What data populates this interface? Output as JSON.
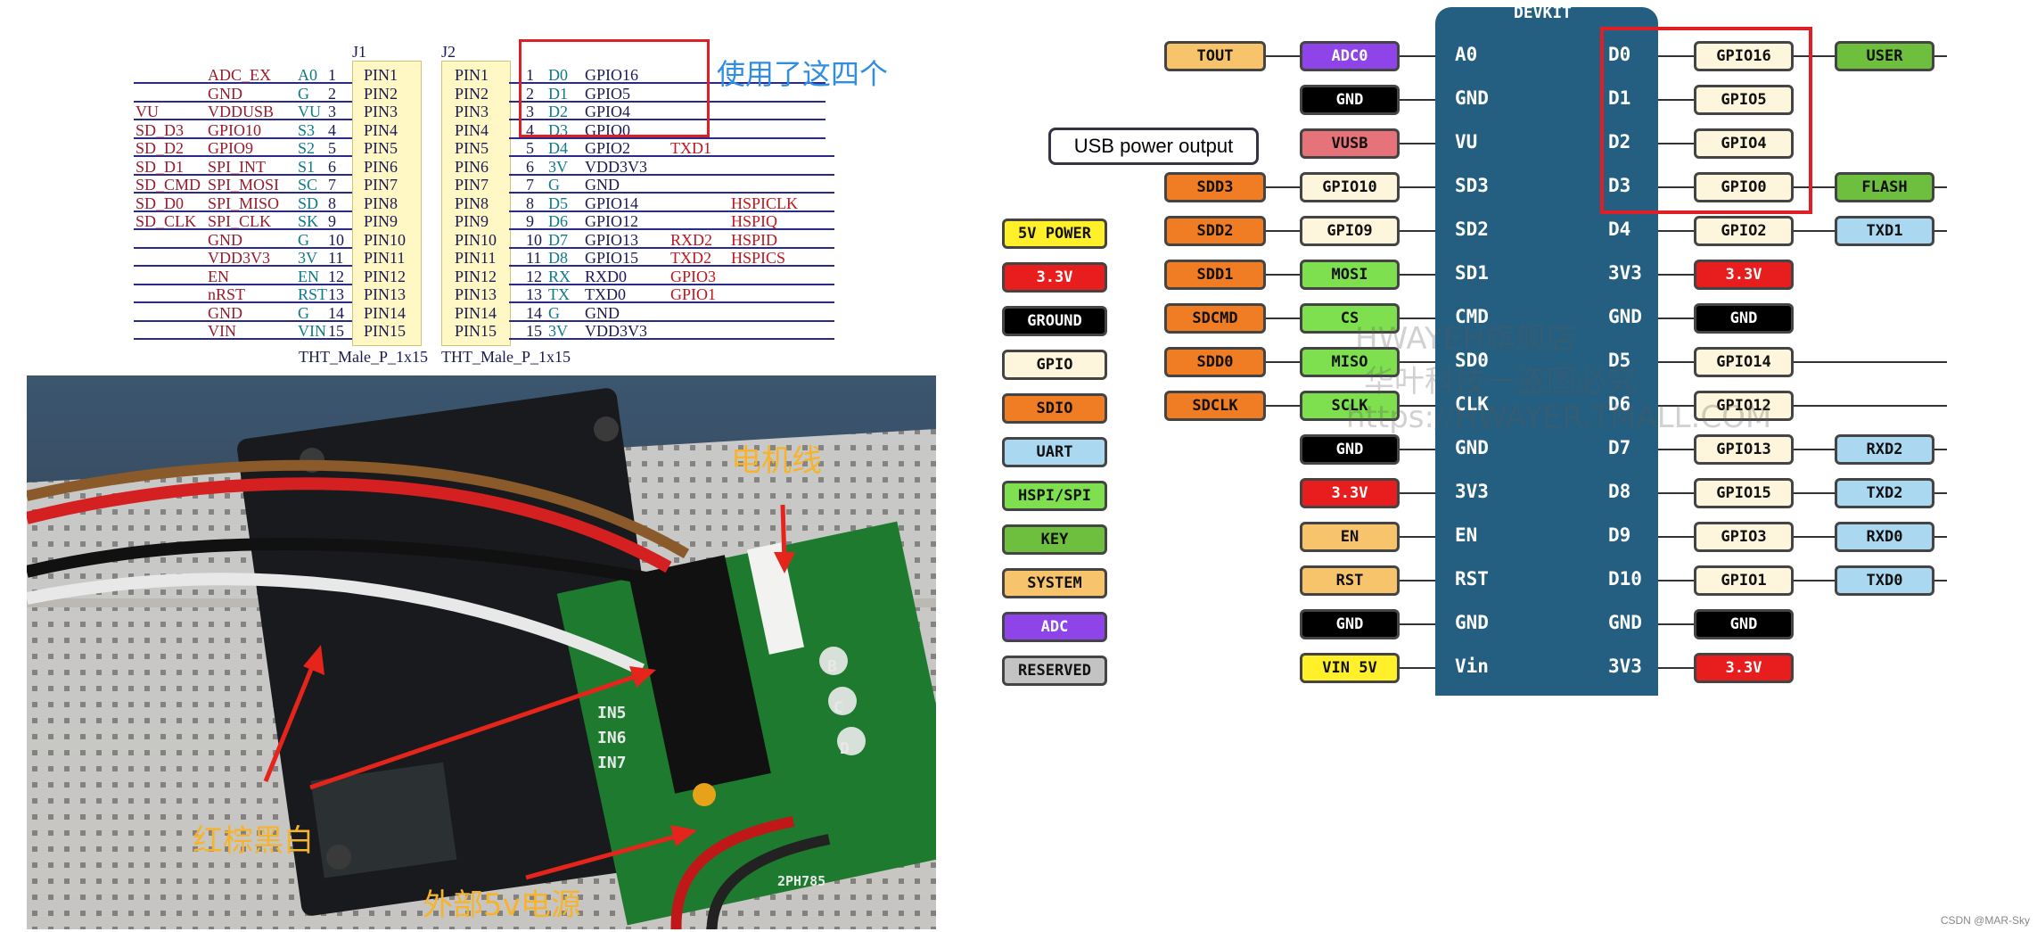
{
  "schematic": {
    "j1_label": "J1",
    "j2_label": "J2",
    "footprint_j1": "THT_Male_P_1x15",
    "footprint_j2": "THT_Male_P_1x15",
    "pin_labels": [
      "PIN1",
      "PIN2",
      "PIN3",
      "PIN4",
      "PIN5",
      "PIN6",
      "PIN7",
      "PIN8",
      "PIN9",
      "PIN10",
      "PIN11",
      "PIN12",
      "PIN13",
      "PIN14",
      "PIN15"
    ],
    "j1_rows": [
      {
        "net": "",
        "func": "ADC_EX",
        "name": "A0",
        "num": "1"
      },
      {
        "net": "",
        "func": "GND",
        "name": "G",
        "num": "2"
      },
      {
        "net": "VU",
        "func": "VDDUSB",
        "name": "VU",
        "num": "3"
      },
      {
        "net": "SD_D3",
        "func": "GPIO10",
        "name": "S3",
        "num": "4"
      },
      {
        "net": "SD_D2",
        "func": "GPIO9",
        "name": "S2",
        "num": "5"
      },
      {
        "net": "SD_D1",
        "func": "SPI_INT",
        "name": "S1",
        "num": "6"
      },
      {
        "net": "SD_CMD",
        "func": "SPI_MOSI",
        "name": "SC",
        "num": "7"
      },
      {
        "net": "SD_D0",
        "func": "SPI_MISO",
        "name": "SD",
        "num": "8"
      },
      {
        "net": "SD_CLK",
        "func": "SPI_CLK",
        "name": "SK",
        "num": "9"
      },
      {
        "net": "",
        "func": "GND",
        "name": "G",
        "num": "10"
      },
      {
        "net": "",
        "func": "VDD3V3",
        "name": "3V",
        "num": "11"
      },
      {
        "net": "",
        "func": "EN",
        "name": "EN",
        "num": "12"
      },
      {
        "net": "",
        "func": "nRST",
        "name": "RST",
        "num": "13"
      },
      {
        "net": "",
        "func": "GND",
        "name": "G",
        "num": "14"
      },
      {
        "net": "",
        "func": "VIN",
        "name": "VIN",
        "num": "15"
      }
    ],
    "j2_rows": [
      {
        "num": "1",
        "name": "D0",
        "func": "GPIO16",
        "alt1": "",
        "alt2": ""
      },
      {
        "num": "2",
        "name": "D1",
        "func": "GPIO5",
        "alt1": "",
        "alt2": ""
      },
      {
        "num": "3",
        "name": "D2",
        "func": "GPIO4",
        "alt1": "",
        "alt2": ""
      },
      {
        "num": "4",
        "name": "D3",
        "func": "GPIO0",
        "alt1": "",
        "alt2": ""
      },
      {
        "num": "5",
        "name": "D4",
        "func": "GPIO2",
        "alt1": "TXD1",
        "alt2": ""
      },
      {
        "num": "6",
        "name": "3V",
        "func": "VDD3V3",
        "alt1": "",
        "alt2": ""
      },
      {
        "num": "7",
        "name": "G",
        "func": "GND",
        "alt1": "",
        "alt2": ""
      },
      {
        "num": "8",
        "name": "D5",
        "func": "GPIO14",
        "alt1": "",
        "alt2": "HSPICLK"
      },
      {
        "num": "9",
        "name": "D6",
        "func": "GPIO12",
        "alt1": "",
        "alt2": "HSPIQ"
      },
      {
        "num": "10",
        "name": "D7",
        "func": "GPIO13",
        "alt1": "RXD2",
        "alt2": "HSPID"
      },
      {
        "num": "11",
        "name": "D8",
        "func": "GPIO15",
        "alt1": "TXD2",
        "alt2": "HSPICS"
      },
      {
        "num": "12",
        "name": "RX",
        "func": "RXD0",
        "alt1": "GPIO3",
        "alt2": ""
      },
      {
        "num": "13",
        "name": "TX",
        "func": "TXD0",
        "alt1": "GPIO1",
        "alt2": ""
      },
      {
        "num": "14",
        "name": "G",
        "func": "GND",
        "alt1": "",
        "alt2": ""
      },
      {
        "num": "15",
        "name": "3V",
        "func": "VDD3V3",
        "alt1": "",
        "alt2": ""
      }
    ],
    "annotation": "使用了这四个"
  },
  "photo": {
    "motor_label": "电机线",
    "wire_label": "红棕黑白",
    "power_label": "外部5v电源",
    "board_in_labels": [
      "IN5",
      "IN6",
      "IN7"
    ],
    "led_labels": [
      "B",
      "C",
      "D"
    ],
    "board_code": "2PH785"
  },
  "pinout": {
    "title": "DEVKIT",
    "usb_note": "USB power output",
    "watermark_1": "HWAYEH旗舰店",
    "watermark_2": "华叶科技一盗图必究",
    "watermark_3": "https://HWAYER.TMALL.COM",
    "left_board_labels": [
      "A0",
      "GND",
      "VU",
      "SD3",
      "SD2",
      "SD1",
      "CMD",
      "SD0",
      "CLK",
      "GND",
      "3V3",
      "EN",
      "RST",
      "GND",
      "Vin"
    ],
    "right_board_labels": [
      "D0",
      "D1",
      "D2",
      "D3",
      "D4",
      "3V3",
      "GND",
      "D5",
      "D6",
      "D7",
      "D8",
      "D9",
      "D10",
      "GND",
      "3V3"
    ],
    "left_inner": [
      {
        "text": "ADC0",
        "color": "#8e44e8"
      },
      {
        "text": "GND",
        "color": "#000000"
      },
      {
        "text": "VUSB",
        "color": "#e7737a"
      },
      {
        "text": "GPIO10",
        "color": "#fdf5dc"
      },
      {
        "text": "GPIO9",
        "color": "#fdf5dc"
      },
      {
        "text": "MOSI",
        "color": "#7fe04f"
      },
      {
        "text": "CS",
        "color": "#7fe04f"
      },
      {
        "text": "MISO",
        "color": "#7fe04f"
      },
      {
        "text": "SCLK",
        "color": "#7fe04f"
      },
      {
        "text": "GND",
        "color": "#000000"
      },
      {
        "text": "3.3V",
        "color": "#e81d1d"
      },
      {
        "text": "EN",
        "color": "#f7c46c"
      },
      {
        "text": "RST",
        "color": "#f7c46c"
      },
      {
        "text": "GND",
        "color": "#000000"
      },
      {
        "text": "VIN 5V",
        "color": "#fff02a"
      }
    ],
    "left_outer": [
      {
        "row": 0,
        "text": "TOUT",
        "color": "#f7c46c"
      },
      {
        "row": 3,
        "text": "SDD3",
        "color": "#f07c23"
      },
      {
        "row": 4,
        "text": "SDD2",
        "color": "#f07c23"
      },
      {
        "row": 5,
        "text": "SDD1",
        "color": "#f07c23"
      },
      {
        "row": 6,
        "text": "SDCMD",
        "color": "#f07c23"
      },
      {
        "row": 7,
        "text": "SDD0",
        "color": "#f07c23"
      },
      {
        "row": 8,
        "text": "SDCLK",
        "color": "#f07c23"
      }
    ],
    "right_inner": [
      {
        "text": "GPIO16",
        "color": "#fdf5dc"
      },
      {
        "text": "GPIO5",
        "color": "#fdf5dc"
      },
      {
        "text": "GPIO4",
        "color": "#fdf5dc"
      },
      {
        "text": "GPIO0",
        "color": "#fdf5dc"
      },
      {
        "text": "GPIO2",
        "color": "#fdf5dc"
      },
      {
        "text": "3.3V",
        "color": "#e81d1d"
      },
      {
        "text": "GND",
        "color": "#000000"
      },
      {
        "text": "GPIO14",
        "color": "#fdf5dc"
      },
      {
        "text": "GPIO12",
        "color": "#fdf5dc"
      },
      {
        "text": "GPIO13",
        "color": "#fdf5dc"
      },
      {
        "text": "GPIO15",
        "color": "#fdf5dc"
      },
      {
        "text": "GPIO3",
        "color": "#fdf5dc"
      },
      {
        "text": "GPIO1",
        "color": "#fdf5dc"
      },
      {
        "text": "GND",
        "color": "#000000"
      },
      {
        "text": "3.3V",
        "color": "#e81d1d"
      }
    ],
    "right_outer": [
      {
        "row": 0,
        "text": "USER",
        "color": "#6fbf3f"
      },
      {
        "row": 3,
        "text": "FLASH",
        "color": "#6fbf3f"
      },
      {
        "row": 4,
        "text": "TXD1",
        "color": "#a9d8f0"
      },
      {
        "row": 9,
        "text": "RXD2",
        "color": "#a9d8f0"
      },
      {
        "row": 10,
        "text": "TXD2",
        "color": "#a9d8f0"
      },
      {
        "row": 11,
        "text": "RXD0",
        "color": "#a9d8f0"
      },
      {
        "row": 12,
        "text": "TXD0",
        "color": "#a9d8f0"
      }
    ],
    "legend": [
      {
        "text": "5V POWER",
        "color": "#fff02a"
      },
      {
        "text": "3.3V",
        "color": "#e81d1d"
      },
      {
        "text": "GROUND",
        "color": "#000000"
      },
      {
        "text": "GPIO",
        "color": "#fdf5dc"
      },
      {
        "text": "SDIO",
        "color": "#f07c23"
      },
      {
        "text": "UART",
        "color": "#a9d8f0"
      },
      {
        "text": "HSPI/SPI",
        "color": "#7fe04f"
      },
      {
        "text": "KEY",
        "color": "#6fbf3f"
      },
      {
        "text": "SYSTEM",
        "color": "#f7c46c"
      },
      {
        "text": "ADC",
        "color": "#8e44e8"
      },
      {
        "text": "RESERVED",
        "color": "#c3c3c3"
      }
    ]
  },
  "credit": "CSDN @MAR-Sky"
}
